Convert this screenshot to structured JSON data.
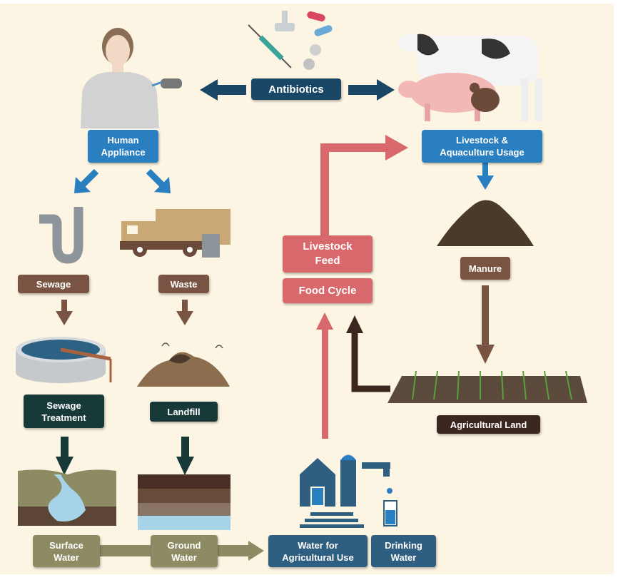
{
  "title": "Antibiotic pathways in the environment",
  "nodes": {
    "antibiotics": "Antibiotics",
    "human_appliance": "Human\nAppliance",
    "livestock_usage": "Livestock &\nAquaculture Usage",
    "sewage": "Sewage",
    "waste": "Waste",
    "manure": "Manure",
    "sewage_treatment": "Sewage\nTreatment",
    "landfill": "Landfill",
    "agricultural_land": "Agricultural Land",
    "livestock_feed": "Livestock\nFeed",
    "food_cycle": "Food Cycle",
    "surface_water": "Surface\nWater",
    "ground_water": "Ground\nWater",
    "water_agri": "Water for\nAgricultural Use",
    "drinking_water": "Drinking\nWater"
  },
  "colors": {
    "background": "#fdf5e3",
    "navy": "#1b4766",
    "blue": "#2a7fc1",
    "brown": "#7a5443",
    "teal": "#173a38",
    "dark_brown": "#3b2620",
    "pink": "#d8686b",
    "olive": "#8c8b63",
    "steel": "#2f5f80"
  }
}
